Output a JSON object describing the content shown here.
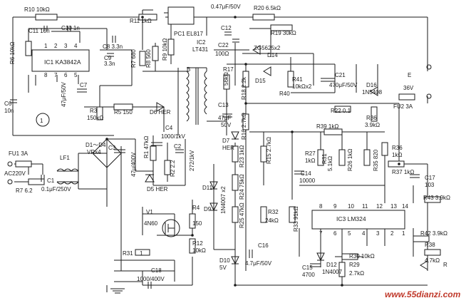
{
  "labels": {
    "R10": "R10  10kΩ",
    "R11": "R11  1kΩ",
    "PC1": "PC1  EL817",
    "C12a": "0.47μF/50V",
    "R20": "R20  6.5kΩ",
    "C12": "C12",
    "R19": "R19  30kΩ",
    "C11": "C11  10n",
    "C10": "C10  1n",
    "C8": "C8  3.3n",
    "C9": "C9",
    "C9v": "3.3n",
    "R6": "R6  10kΩ",
    "IC1": "IC1   KA3842A",
    "R7r": "R7  680",
    "R8": "R8  560",
    "R9": "R9  10kΩ",
    "IC2": "IC2",
    "IC2b": "LT431",
    "C22": "C22",
    "C22v": "100Ω",
    "ZD": "ZG5625x2",
    "D14": "D14",
    "D15": "D15",
    "C6": "C6",
    "C6v": "10n",
    "C7": "C7",
    "C7v": "47μF/50V",
    "B": "B",
    "R3": "R3",
    "R3v": "150kΩ",
    "R5": "R5  150",
    "D6": "D6  HER",
    "R17": "R17",
    "R17v": "56kΩ",
    "R18": "R18  2.2k",
    "R41": "R41",
    "R41v": "10kΩx2",
    "R40": "R40",
    "C21": "C21",
    "C21v": "470μF/50V",
    "D16": "D16",
    "D16v": "1N5408",
    "E": "E",
    "Ev": "36V",
    "R22": "R22  0.1",
    "R36": "R36",
    "R36v": "3.9kΩ",
    "FU2": "FU2  3A",
    "C13": "C13",
    "C13v": "47μF",
    "C13w": "50V",
    "R16": "R16  2.7kΩ",
    "R39": "R39  1kΩ",
    "C4": "C4",
    "C4v": "1000/1kV",
    "FU1": "FU1  3A",
    "D1": "D1～D4",
    "VR": "VRx4",
    "C3": "C3",
    "C3v": "47μ/400V",
    "R1": "R1  47kΩ",
    "R2": "R2  2.2",
    "C2": "C2",
    "C2v": "272/1kV",
    "D5": "D5  HER",
    "D7": "D7",
    "D7v": "HER",
    "R15": "R15  2.7kΩ",
    "R23": "R23  1kΩ",
    "R27": "R27",
    "R27v": "1kΩ",
    "R31": "R31",
    "R31v": "5.1kΩ",
    "R26": "R26  1kΩ",
    "R35": "R35  820",
    "C14": "C14",
    "C14v": "10000",
    "R36b": "R36",
    "R36bv": "1kΩ",
    "R37": "R37  1kΩ",
    "C17": "C17",
    "C17v": "103",
    "LF1": "LF1",
    "AC": "AC220V",
    "C1": "C1",
    "C1v": "0.1μF/250V",
    "R7": "R7  6.2",
    "D11": "D11",
    "D9": "D9",
    "N4007": "1N4007 x2",
    "R24": "R24  75kΩ",
    "R43": "R43  3.9kΩ",
    "V1": "V1",
    "V1v": "4N60",
    "R4": "R4",
    "R4v": "150",
    "R32": "R32",
    "R32v": "24kΩ",
    "R33": "R33  91kΩ",
    "IC3": "IC3   LM324",
    "R25": "R25  47kΩ",
    "R12": "R12",
    "R12v": "10kΩ",
    "R42": "R42  3.9kΩ",
    "C16": "C16",
    "C16v": "4.7μF/50V",
    "R31b": "R31",
    "R31bv": "1",
    "D10": "D10",
    "D10v": "5V",
    "R30": "R30  10kΩ",
    "R38": "R38",
    "R38v": "4.7kΩ",
    "C18": "C18",
    "C18v": "1000/400V",
    "C15": "C15",
    "C15v": "4700",
    "D12": "D12",
    "D12v": "1N4007",
    "R29": "R29",
    "R29v": "2.7kΩ",
    "LEDR": "R",
    "pins_top": [
      "8",
      "9",
      "10",
      "11",
      "12",
      "13",
      "14"
    ],
    "pins_bot": [
      "7",
      "6",
      "5",
      "4",
      "3",
      "2",
      "1"
    ],
    "ic1_pins_top": [
      "1",
      "2",
      "3",
      "4"
    ],
    "ic1_pins_bot": [
      "8",
      "7",
      "6",
      "5"
    ],
    "circle_num": "1",
    "watermark": "www.55dianzi.com"
  }
}
